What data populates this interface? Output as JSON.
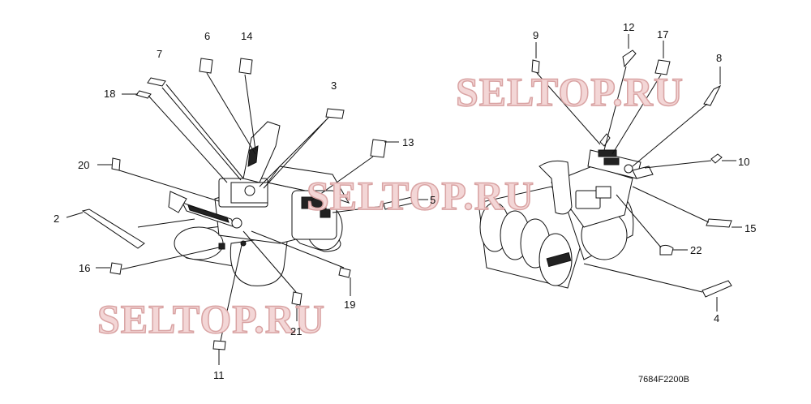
{
  "watermark": {
    "top_right": "SELTOP.RU",
    "middle": "SELTOP.RU",
    "bottom_left": "SELTOP.RU"
  },
  "drawing_code": "7684F2200B",
  "callouts": {
    "c2": "2",
    "c3": "3",
    "c4": "4",
    "c5": "5",
    "c6": "6",
    "c7": "7",
    "c8": "8",
    "c9": "9",
    "c10": "10",
    "c11": "11",
    "c12": "12",
    "c13": "13",
    "c14": "14",
    "c15": "15",
    "c16": "16",
    "c17": "17",
    "c18": "18",
    "c19": "19",
    "c20": "20",
    "c21": "21",
    "c22": "22"
  }
}
